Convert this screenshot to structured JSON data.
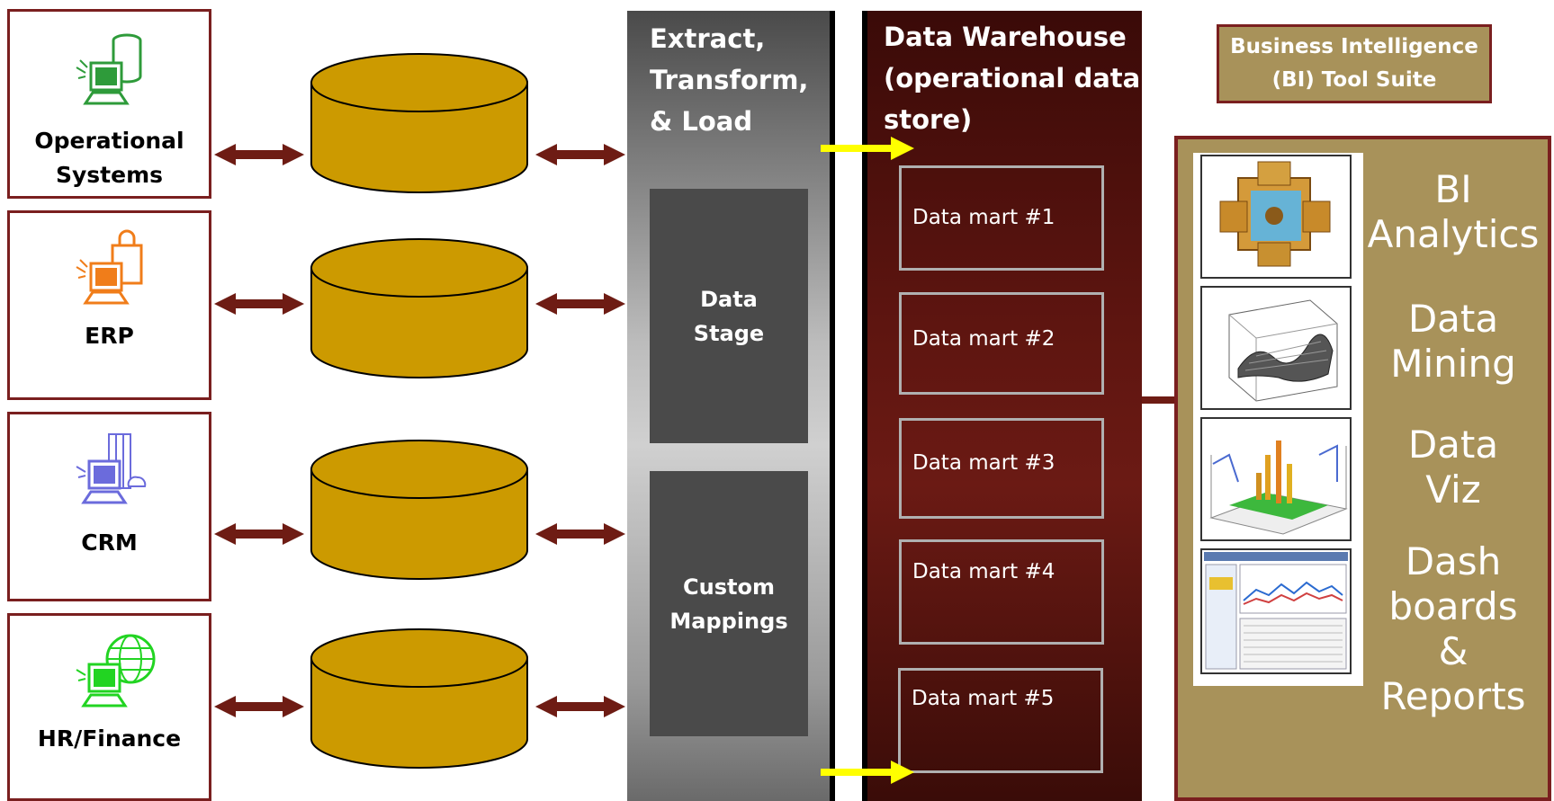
{
  "sources": [
    {
      "label": "Operational\nSystems",
      "icon": "server-computer-icon",
      "icon_color": "#2e9b3a"
    },
    {
      "label": "ERP",
      "icon": "shopping-computer-icon",
      "icon_color": "#f07d1a"
    },
    {
      "label": "CRM",
      "icon": "building-computer-icon",
      "icon_color": "#6b6bdc"
    },
    {
      "label": "HR/Finance",
      "icon": "globe-computer-icon",
      "icon_color": "#22d422"
    }
  ],
  "etl": {
    "title": "Extract,\nTransform,\n& Load",
    "stage_label": "Data\nStage",
    "mappings_label": "Custom\nMappings"
  },
  "warehouse": {
    "title": "Data Warehouse\n(operational data\nstore)",
    "marts": [
      "Data mart #1",
      "Data mart #2",
      "Data mart #3",
      "Data mart #4",
      "Data mart #5"
    ]
  },
  "bi": {
    "title": "Business Intelligence\n(BI) Tool Suite",
    "labels": [
      "BI\nAnalytics",
      "Data\nMining",
      "Data\nViz",
      "Dash\nboards\n&\nReports"
    ],
    "thumbnails": [
      "olap-cube-image",
      "surface-plot-image",
      "3d-bar-chart-image",
      "dashboard-screenshot-image"
    ]
  },
  "colors": {
    "frame": "#7a1f1f",
    "cylinder": "#cc9a00",
    "arrow": "#6e1c14",
    "flow_arrow": "#ffff00",
    "bi_panel": "#a8925a"
  }
}
